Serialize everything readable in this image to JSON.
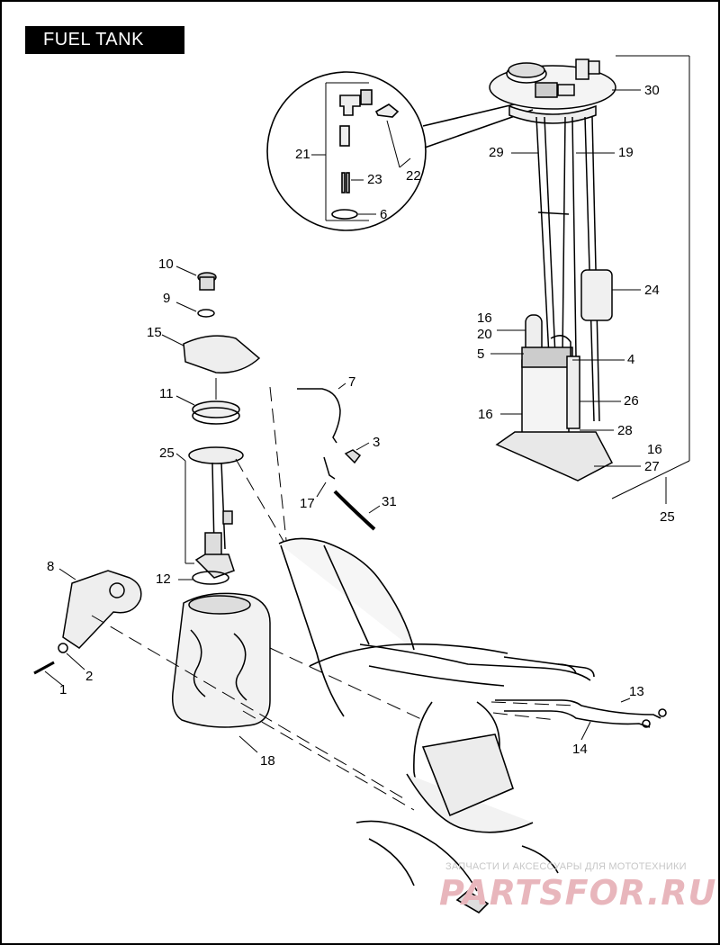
{
  "title": "FUEL TANK",
  "callouts": {
    "c1": "1",
    "c2": "2",
    "c3": "3",
    "c4": "4",
    "c5": "5",
    "c6": "6",
    "c7": "7",
    "c8": "8",
    "c9": "9",
    "c10": "10",
    "c11": "11",
    "c12": "12",
    "c13": "13",
    "c14": "14",
    "c15": "15",
    "c16a": "16",
    "c16b": "16",
    "c16c": "16",
    "c17": "17",
    "c18": "18",
    "c19": "19",
    "c20": "20",
    "c21": "21",
    "c22": "22",
    "c23": "23",
    "c24": "24",
    "c25a": "25",
    "c25b": "25",
    "c26": "26",
    "c27": "27",
    "c28": "28",
    "c29": "29",
    "c30": "30",
    "c31": "31"
  },
  "watermark": {
    "text": "ЗАПЧАСТИ И АКСЕССУАРЫ ДЛЯ МОТОТЕХНИКИ",
    "logo": "PARTSFOR.RU"
  }
}
